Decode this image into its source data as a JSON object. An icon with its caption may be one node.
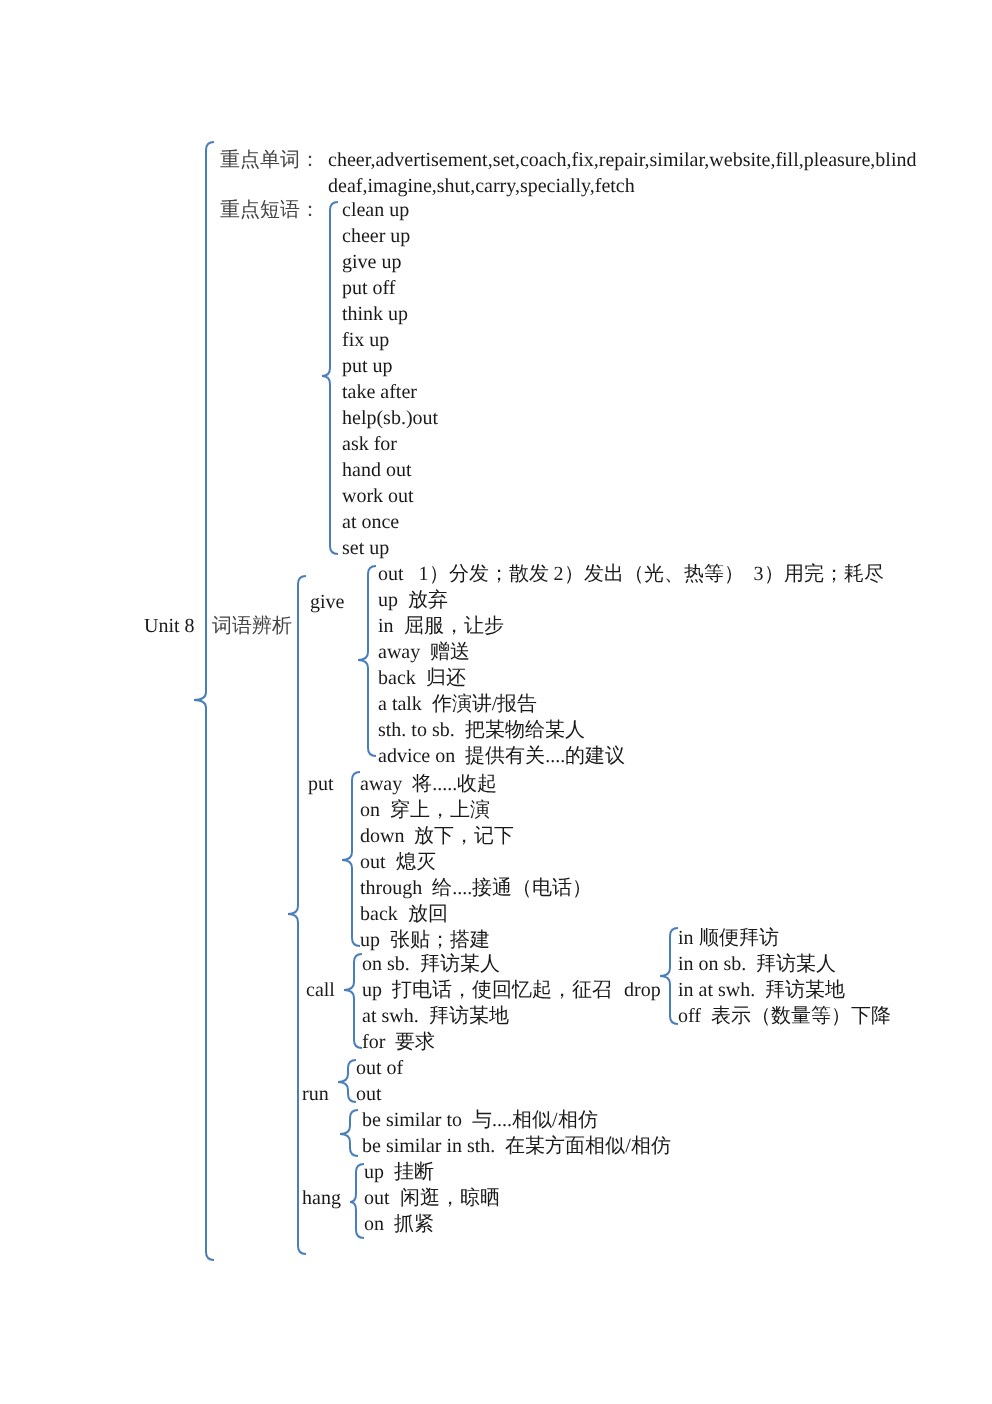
{
  "diagram": {
    "labels": [
      "Unit 8",
      "重点单词：",
      "cheer,advertisement,set,coach,fix,repair,similar,website,fill,pleasure,blind deaf,imagine,shut,carry,specially,fetch",
      "重点短语：",
      "clean up",
      "cheer up",
      "give up",
      "put off",
      "think up",
      "fix up",
      "put up",
      "take after",
      "help(sb.)out",
      "ask for",
      "hand out",
      "work out",
      "at once",
      "set up",
      "词语辨析",
      "give",
      "out   1）分发；散发 2）发出（光、热等）  3）用完；耗尽",
      "up  放弃",
      "in  屈服，让步",
      "away  赠送",
      "back  归还",
      "a talk  作演讲/报告",
      "sth. to sb.  把某物给某人",
      "advice on  提供有关....的建议",
      "put",
      "away  将.....收起",
      "on  穿上，上演",
      "down  放下，记下",
      "out  熄灭",
      "through  给....接通（电话）",
      "back  放回",
      "up  张贴；搭建",
      "call",
      "on sb.  拜访某人",
      "up  打电话，使回忆起，征召",
      "at swh.  拜访某地",
      "for  要求",
      "drop",
      "in 顺便拜访",
      "in on sb.  拜访某人",
      "in at swh.  拜访某地",
      "off  表示（数量等）下降",
      "run",
      "out of",
      "out",
      "be similar to  与....相似/相仿",
      "be similar in sth.  在某方面相似/相仿",
      "hang",
      "up  挂断",
      "out  闲逛，晾晒",
      "on  抓紧"
    ]
  }
}
